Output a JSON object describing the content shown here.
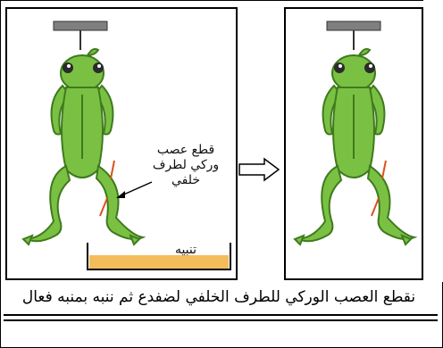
{
  "left_panel": {
    "annotation_lines": [
      "قطع عصب",
      "وركي لطرف",
      "خلفي"
    ],
    "stimulus_label": "تنبيه"
  },
  "caption": "نقطع العصب الوركي  للطرف الخلفي لضفدع ثم ننبه بمنبه فعال",
  "colors": {
    "frog_green": "#7ac143",
    "frog_dark": "#3f7a1e",
    "stimulus_liquid": "#f2bd5a",
    "cut_mark": "#d9531e",
    "hanger": "#7f7f7f"
  },
  "icons": [
    "hanger-bar-icon",
    "frog-illustration",
    "right-arrow-icon",
    "stimulus-dish-icon"
  ]
}
